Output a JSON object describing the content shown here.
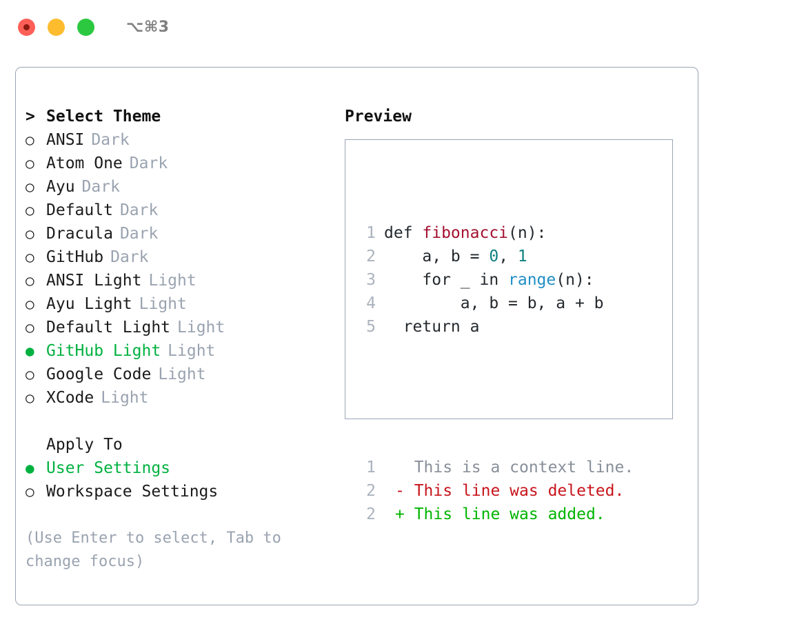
{
  "titlebar": {
    "shortcut": "⌥⌘3",
    "buttons": [
      "close",
      "minimize",
      "maximize"
    ]
  },
  "theme_panel": {
    "header_marker": ">",
    "header_label": "Select Theme",
    "unselected_marker": "○",
    "selected_marker": "●",
    "items": [
      {
        "label": "ANSI",
        "category": "Dark",
        "selected": false
      },
      {
        "label": "Atom One",
        "category": "Dark",
        "selected": false
      },
      {
        "label": "Ayu",
        "category": "Dark",
        "selected": false
      },
      {
        "label": "Default",
        "category": "Dark",
        "selected": false
      },
      {
        "label": "Dracula",
        "category": "Dark",
        "selected": false
      },
      {
        "label": "GitHub",
        "category": "Dark",
        "selected": false
      },
      {
        "label": "ANSI Light",
        "category": "Light",
        "selected": false
      },
      {
        "label": "Ayu Light",
        "category": "Light",
        "selected": false
      },
      {
        "label": "Default Light",
        "category": "Light",
        "selected": false
      },
      {
        "label": "GitHub Light",
        "category": "Light",
        "selected": true
      },
      {
        "label": "Google Code",
        "category": "Light",
        "selected": false
      },
      {
        "label": "XCode",
        "category": "Light",
        "selected": false
      }
    ]
  },
  "apply_to": {
    "title": "Apply To",
    "options": [
      {
        "label": "User Settings",
        "selected": true
      },
      {
        "label": "Workspace Settings",
        "selected": false
      }
    ]
  },
  "hint": "(Use Enter to select, Tab to change focus)",
  "preview": {
    "title": "Preview",
    "code_lines": [
      {
        "lineno": "1",
        "tokens": [
          {
            "text": "def ",
            "kind": "plain"
          },
          {
            "text": "fibonacci",
            "kind": "fn"
          },
          {
            "text": "(n):",
            "kind": "plain"
          }
        ]
      },
      {
        "lineno": "2",
        "tokens": [
          {
            "text": "    a, b = ",
            "kind": "plain"
          },
          {
            "text": "0",
            "kind": "num"
          },
          {
            "text": ", ",
            "kind": "plain"
          },
          {
            "text": "1",
            "kind": "num"
          }
        ]
      },
      {
        "lineno": "3",
        "tokens": [
          {
            "text": "    for _ in ",
            "kind": "plain"
          },
          {
            "text": "range",
            "kind": "builtin"
          },
          {
            "text": "(n):",
            "kind": "plain"
          }
        ]
      },
      {
        "lineno": "4",
        "tokens": [
          {
            "text": "        a, b = b, a + b",
            "kind": "plain"
          }
        ]
      },
      {
        "lineno": "5",
        "tokens": [
          {
            "text": "  return a",
            "kind": "plain"
          }
        ]
      }
    ],
    "diff_lines": [
      {
        "lineno": "1",
        "marker": " ",
        "text": " This is a context line.",
        "kind": "ctx"
      },
      {
        "lineno": "2",
        "marker": "-",
        "text": " This line was deleted.",
        "kind": "del"
      },
      {
        "lineno": "2",
        "marker": "+",
        "text": " This line was added.",
        "kind": "add"
      }
    ]
  },
  "colors": {
    "accent_green": "#00b140",
    "muted_gray": "#9aa3b0",
    "border": "#9aa5b4",
    "fn_red": "#a41030",
    "number_teal": "#0d8080",
    "builtin_blue": "#1f8ec4",
    "diff_add": "#00b400",
    "diff_del": "#c7151c"
  }
}
